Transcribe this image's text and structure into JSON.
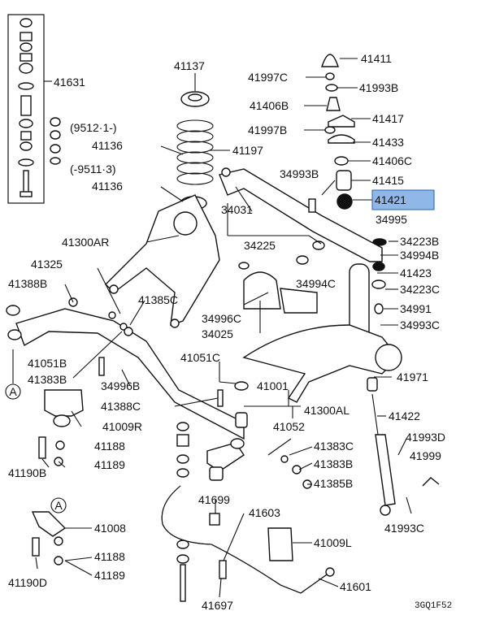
{
  "diagram": {
    "code": "3GQ1F52",
    "circle_marker": "A",
    "highlight_color": "#8fb8e8",
    "labels": {
      "p41631": "41631",
      "p41137": "41137",
      "p41411": "41411",
      "p41997c_1": "41997C",
      "p41993b": "41993B",
      "p41406b": "41406B",
      "p41417": "41417",
      "p41997b": "41997B",
      "p41433": "41433",
      "p41406c": "41406C",
      "p34993b": "34993B",
      "p41415": "41415",
      "p41421": "41421",
      "p34995": "34995",
      "range_new": "(9512·1-)",
      "p41136_a": "41136",
      "p41197": "41197",
      "range_old": "(-9511·3)",
      "p41136_b": "41136",
      "p34031": "34031",
      "p34223b": "34223B",
      "p41300ar": "41300AR",
      "p34225": "34225",
      "p34994b": "34994B",
      "p41325": "41325",
      "p41423": "41423",
      "p41388b": "41388B",
      "p34994c": "34994C",
      "p34223c": "34223C",
      "p41385c": "41385C",
      "p34991": "34991",
      "p34996c": "34996C",
      "p34993c": "34993C",
      "p34025": "34025",
      "p41051b": "41051B",
      "p41051c": "41051C",
      "p41971": "41971",
      "p41383b_1": "41383B",
      "p34996b": "34996B",
      "p41001": "41001",
      "p41300al": "41300AL",
      "p41388c": "41388C",
      "p41422": "41422",
      "p41009r": "41009R",
      "p41052": "41052",
      "p41993d": "41993D",
      "p41188_1": "41188",
      "p41383c": "41383C",
      "p41999": "41999",
      "p41190b": "41190B",
      "p41189_1": "41189",
      "p41383b_2": "41383B",
      "p41385b": "41385B",
      "p41993c": "41993C",
      "p41699": "41699",
      "p41603": "41603",
      "p41008": "41008",
      "p41009l": "41009L",
      "p41188_2": "41188",
      "p41601": "41601",
      "p41190d": "41190D",
      "p41189_2": "41189",
      "p41697": "41697"
    }
  }
}
